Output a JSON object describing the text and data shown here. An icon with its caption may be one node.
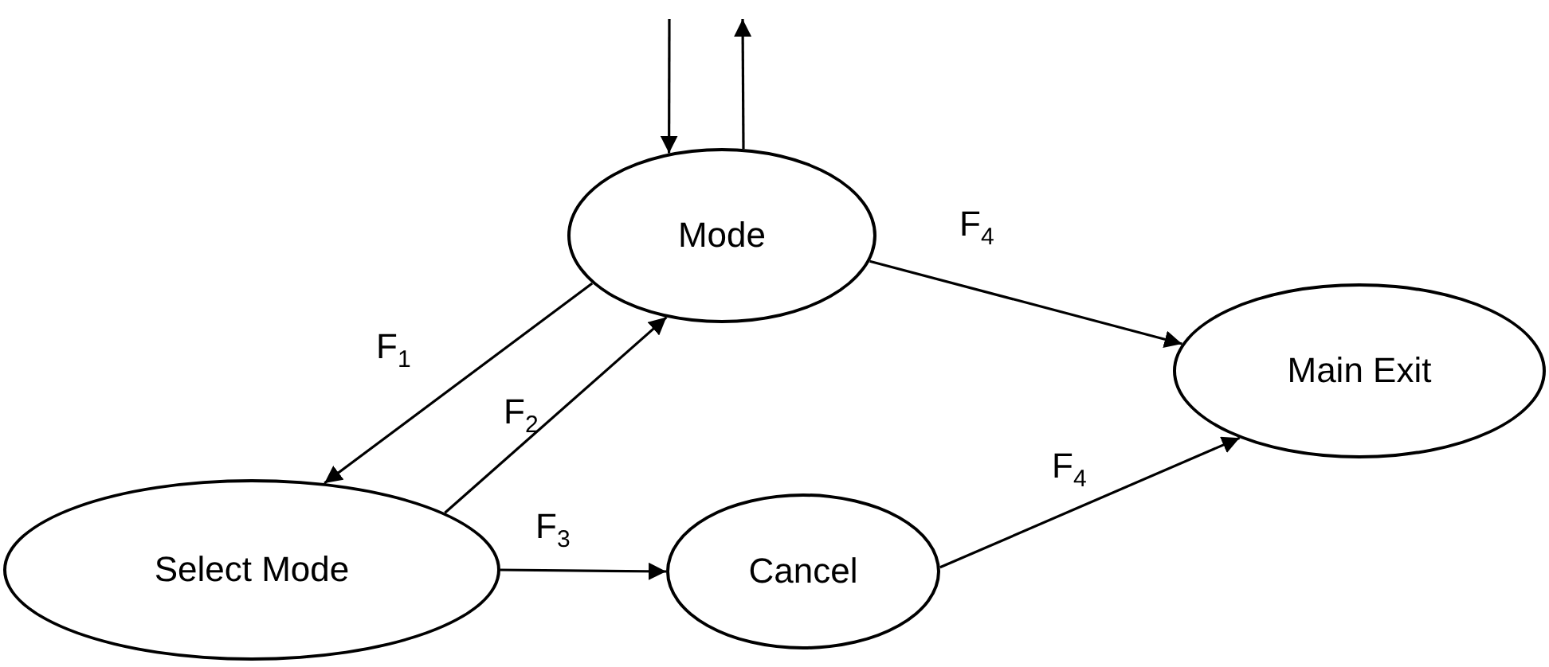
{
  "diagram": {
    "nodes": [
      {
        "text": [
          "Mode"
        ]
      },
      {
        "text": [
          "Main Exit"
        ]
      },
      {
        "text": [
          "Select Mode"
        ]
      },
      {
        "text": [
          "Cancel"
        ]
      }
    ],
    "edges": [
      {
        "from": null,
        "to": 0,
        "arrow": "to"
      },
      {
        "from": 0,
        "to": null,
        "arrow": "to"
      },
      {
        "from": 0,
        "to": 2,
        "arrow": "to",
        "label": "F$_{1}$"
      },
      {
        "from": 2,
        "to": 0,
        "arrow": "to",
        "label": "F$_{2}$"
      },
      {
        "from": 2,
        "to": 3,
        "arrow": "to",
        "label": "F$_{3}$"
      },
      {
        "from": 0,
        "to": 1,
        "arrow": "to",
        "label": "F$_{4}$"
      },
      {
        "from": 3,
        "to": 1,
        "arrow": "to",
        "label": "F$_{4}$"
      }
    ]
  }
}
